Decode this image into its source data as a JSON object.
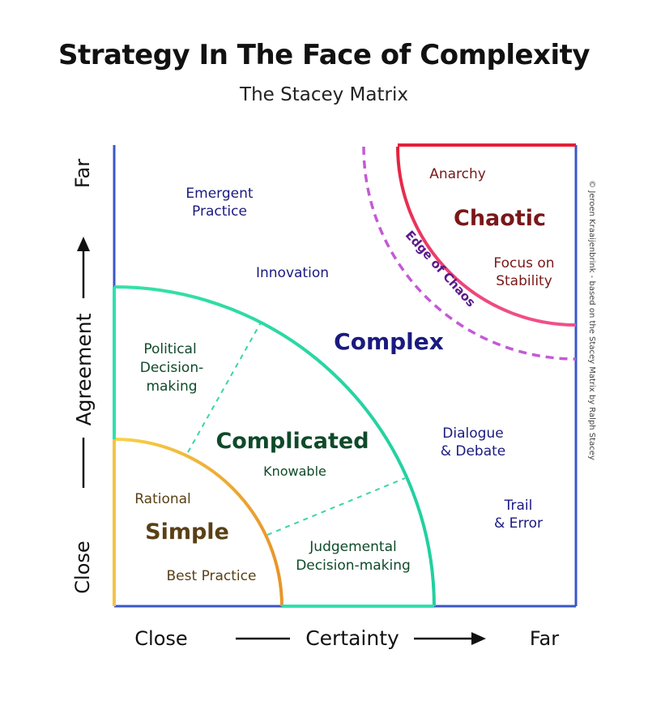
{
  "title": "Strategy In The Face of Complexity",
  "subtitle": "The Stacey Matrix",
  "credit": "© Jeroen Kraaijenbrink - based on the Stacey Matrix by Ralph Stacey",
  "axes": {
    "y": {
      "far": "Far",
      "label": "Agreement",
      "close": "Close"
    },
    "x": {
      "close": "Close",
      "label": "Certainty",
      "far": "Far"
    }
  },
  "zones": {
    "chaotic": {
      "name": "Chaotic",
      "items": [
        "Anarchy",
        "Focus on",
        "Stability"
      ]
    },
    "edge": {
      "name": "Edge of Chaos"
    },
    "complex": {
      "name": "Complex",
      "items": [
        "Emergent",
        "Practice",
        "Innovation",
        "Dialogue",
        "& Debate",
        "Trail",
        "& Error"
      ]
    },
    "complicated": {
      "name": "Complicated",
      "items": [
        "Political",
        "Decision-",
        "making",
        "Knowable",
        "Judgemental",
        "Decision-making"
      ]
    },
    "simple": {
      "name": "Simple",
      "items": [
        "Rational",
        "Best Practice"
      ]
    }
  },
  "colors": {
    "frame": "#3a56c8",
    "chaotic": "#e0203c",
    "edge": "#c45ad6",
    "complicated": "#2ee0b0",
    "simple": "#f0b030",
    "complex_text": "#1a1a80",
    "complicated_text": "#0f4a2a",
    "simple_text": "#5a4016",
    "chaotic_text": "#7a1818"
  }
}
